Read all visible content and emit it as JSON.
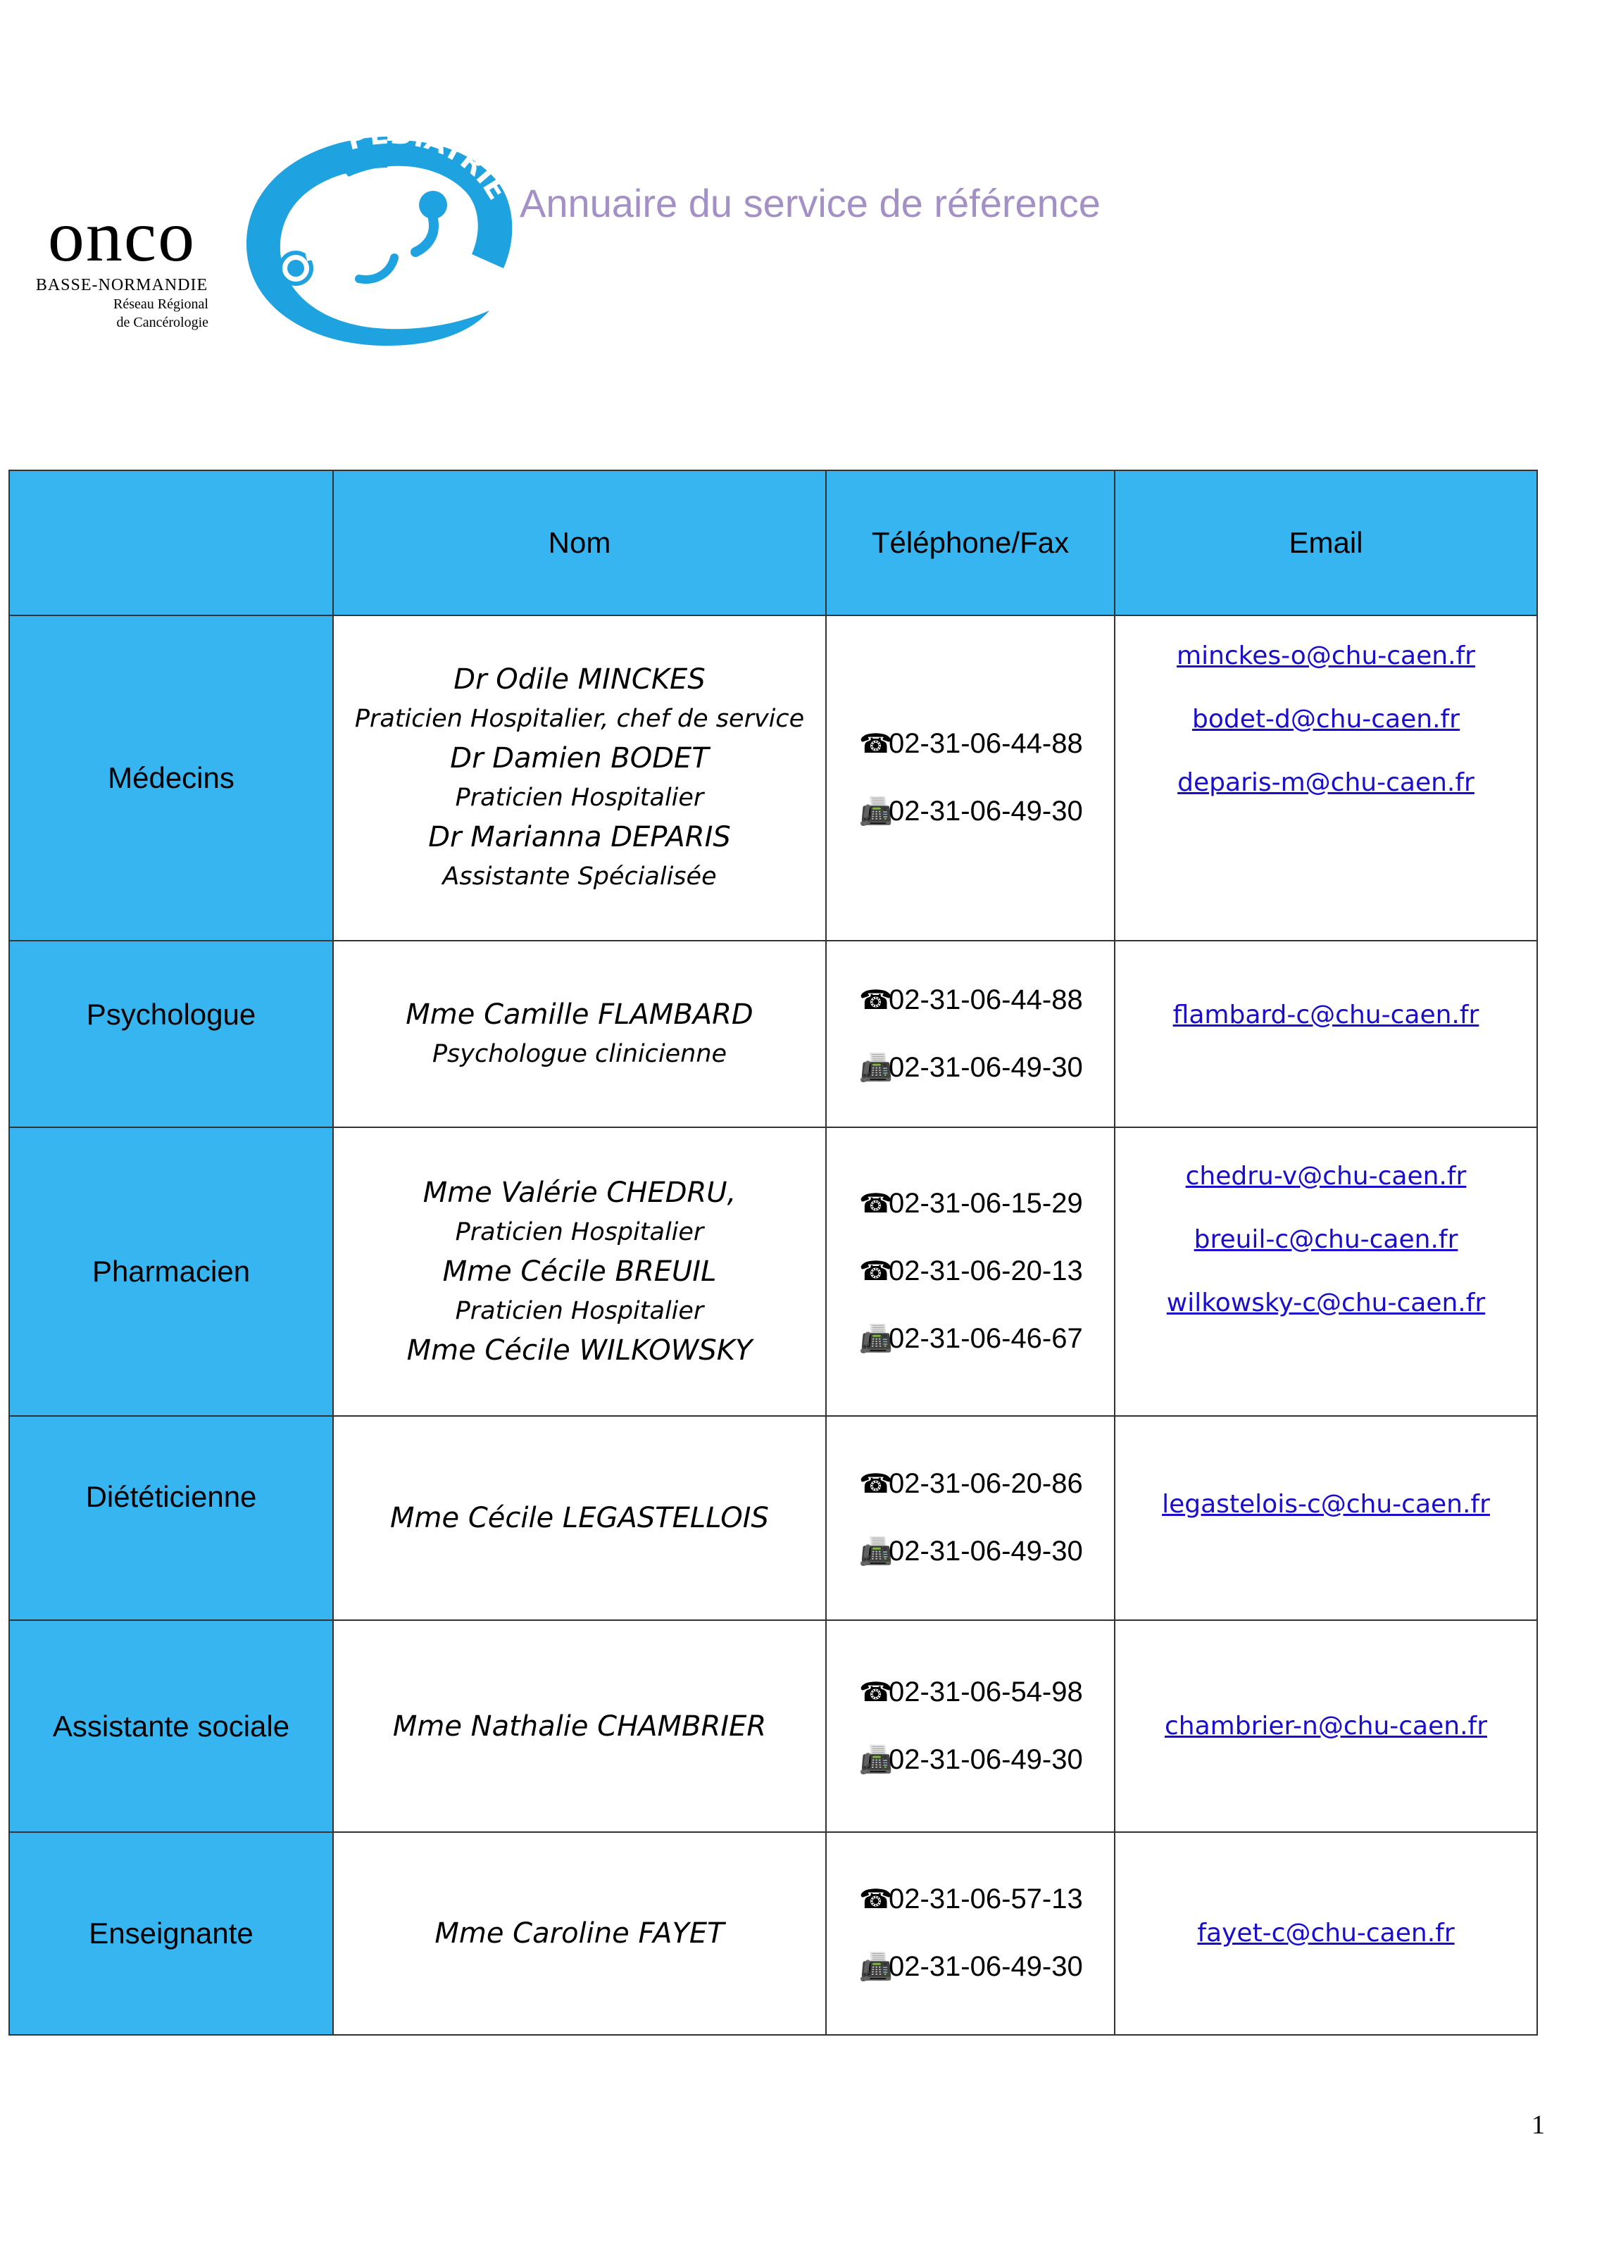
{
  "header": {
    "logo": {
      "word": "onco",
      "region": "BASSE-NORMANDIE",
      "network_line1": "Réseau Régional",
      "network_line2": "de Cancérologie",
      "arc_text": "PÉDIATRIE"
    },
    "title": "Annuaire du service de référence",
    "colors": {
      "title": "#a390c6",
      "logo_blue": "#1ea3e0"
    }
  },
  "table": {
    "header_color": "#36b5f0",
    "columns": [
      "",
      "Nom",
      "Téléphone/Fax",
      "Email"
    ],
    "rows": [
      {
        "role": "Médecins",
        "people": [
          {
            "name": "Dr Odile MINCKES",
            "title": "Praticien Hospitalier, chef de service"
          },
          {
            "name": "Dr Damien BODET",
            "title": "Praticien Hospitalier"
          },
          {
            "name": "Dr Marianna DEPARIS",
            "title": "Assistante Spécialisée"
          }
        ],
        "phones": [
          {
            "icon": "phone-icon",
            "number": "02-31-06-44-88"
          },
          {
            "icon": "fax-icon",
            "number": "02-31-06-49-30"
          }
        ],
        "emails": [
          "minckes-o@chu-caen.fr",
          "bodet-d@chu-caen.fr",
          "deparis-m@chu-caen.fr"
        ]
      },
      {
        "role": "Psychologue",
        "people": [
          {
            "name": "Mme Camille FLAMBARD",
            "title": "Psychologue clinicienne"
          }
        ],
        "phones": [
          {
            "icon": "phone-icon",
            "number": "02-31-06-44-88"
          },
          {
            "icon": "fax-icon",
            "number": "02-31-06-49-30"
          }
        ],
        "emails": [
          "flambard-c@chu-caen.fr"
        ]
      },
      {
        "role": "Pharmacien",
        "people": [
          {
            "name": "Mme Valérie CHEDRU,",
            "title": "Praticien Hospitalier"
          },
          {
            "name": "Mme Cécile BREUIL",
            "title": "Praticien Hospitalier"
          },
          {
            "name": "Mme Cécile WILKOWSKY",
            "title": ""
          }
        ],
        "phones": [
          {
            "icon": "phone-icon",
            "number": "02-31-06-15-29"
          },
          {
            "icon": "phone-icon",
            "number": "02-31-06-20-13"
          },
          {
            "icon": "fax-icon",
            "number": "02-31-06-46-67"
          }
        ],
        "emails": [
          "chedru-v@chu-caen.fr",
          "breuil-c@chu-caen.fr",
          "wilkowsky-c@chu-caen.fr"
        ]
      },
      {
        "role": "Diététicienne",
        "people": [
          {
            "name": "Mme Cécile LEGASTELLOIS",
            "title": ""
          }
        ],
        "phones": [
          {
            "icon": "phone-icon",
            "number": "02-31-06-20-86"
          },
          {
            "icon": "fax-icon",
            "number": "02-31-06-49-30"
          }
        ],
        "emails": [
          "legastelois-c@chu-caen.fr"
        ]
      },
      {
        "role": "Assistante sociale",
        "people": [
          {
            "name": "Mme Nathalie CHAMBRIER",
            "title": ""
          }
        ],
        "phones": [
          {
            "icon": "phone-icon",
            "number": "02-31-06-54-98"
          },
          {
            "icon": "fax-icon",
            "number": "02-31-06-49-30"
          }
        ],
        "emails": [
          "chambrier-n@chu-caen.fr"
        ]
      },
      {
        "role": "Enseignante",
        "people": [
          {
            "name": "Mme Caroline FAYET",
            "title": ""
          }
        ],
        "phones": [
          {
            "icon": "phone-icon",
            "number": "02-31-06-57-13"
          },
          {
            "icon": "fax-icon",
            "number": "02-31-06-49-30"
          }
        ],
        "emails": [
          "fayet-c@chu-caen.fr"
        ]
      }
    ]
  },
  "footer": {
    "page_number": "1"
  }
}
